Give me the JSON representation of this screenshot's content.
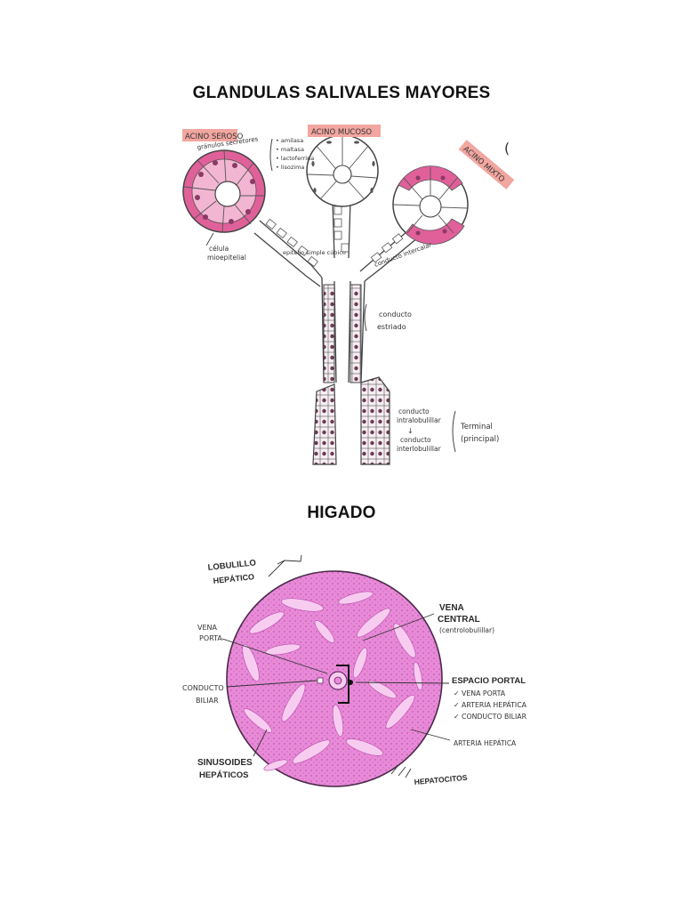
{
  "sections": {
    "salivales_title": "GLANDULAS SALIVALES MAYORES",
    "higado_title": "HIGADO"
  },
  "gland_labels": {
    "acino_seroso": "ACINO SEROSO",
    "acino_mucoso": "ACINO MUCOSO",
    "acino_mixto": "ACINO MIXTO",
    "granulos": "gránulos secretores",
    "enzima_1": "• amilasa",
    "enzima_2": "• maltasa",
    "enzima_3": "• lactoferrina",
    "enzima_4": "• lisozima",
    "celula": "célula",
    "mioepitelial": "mioepitelial",
    "epitelio": "epitelio simple cúbico",
    "conducto_intercalar": "conducto intercalar",
    "estriado_1": "conducto",
    "estriado_2": "estriado",
    "intralob_1": "conducto",
    "intralob_2": "intralobulillar",
    "interlob_1": "conducto",
    "interlob_2": "interlobulillar",
    "terminal": "Terminal",
    "principal": "(principal)"
  },
  "liver_labels": {
    "lobulillo_1": "LOBULILLO",
    "lobulillo_2": "HEPÁTICO",
    "vena_porta_1": "VENA",
    "vena_porta_2": "PORTA",
    "vena_central_1": "VENA",
    "vena_central_2": "CENTRAL",
    "centrolobulillar": "(centrolobulillar)",
    "espacio_portal": "ESPACIO PORTAL",
    "ep_1": "✓ VENA PORTA",
    "ep_2": "✓ ARTERIA HEPÁTICA",
    "ep_3": "✓ CONDUCTO BILIAR",
    "arteria": "ARTERIA HEPÁTICA",
    "hepatocitos": "HEPATOCITOS",
    "conducto_biliar_1": "CONDUCTO",
    "conducto_biliar_2": "BILIAR",
    "sinusoides_1": "SINUSOIDES",
    "sinusoides_2": "HEPÁTICOS"
  },
  "colors": {
    "pink_strong": "#e0609a",
    "pink_light": "#f3b6d2",
    "liver_fill": "#e88ad8",
    "liver_light": "#f7ccf0",
    "label_box": "#f2a6a0"
  }
}
